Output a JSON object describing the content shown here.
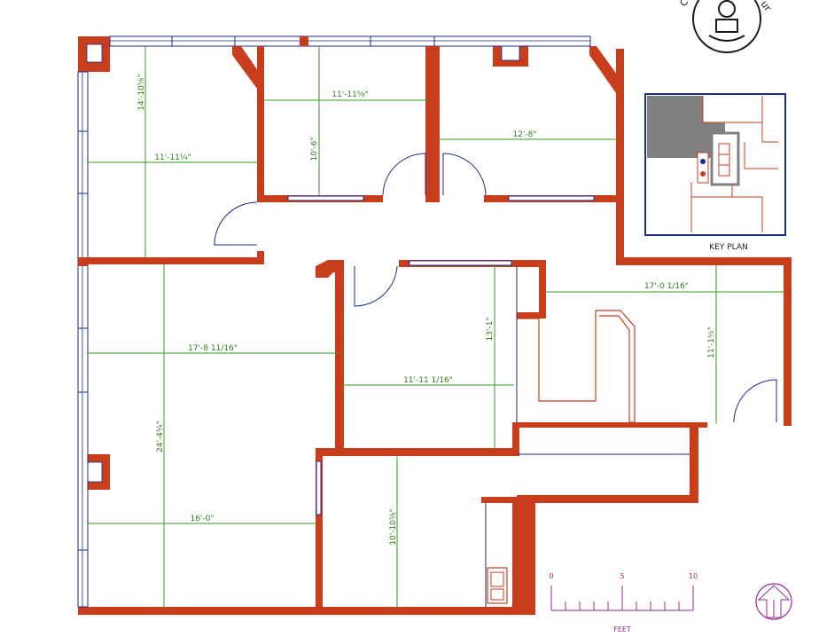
{
  "dimensions": [
    {
      "id": "dim-14-10",
      "text": "14'-10⅝\""
    },
    {
      "id": "dim-11-11a",
      "text": "11'-11¼\""
    },
    {
      "id": "dim-11-11b",
      "text": "11'-11⅝\""
    },
    {
      "id": "dim-10-6",
      "text": "10'-6\""
    },
    {
      "id": "dim-12-8",
      "text": "12'-8\""
    },
    {
      "id": "dim-17-8",
      "text": "17'-8 11/16\""
    },
    {
      "id": "dim-24-4",
      "text": "24'-4¼\""
    },
    {
      "id": "dim-16-0",
      "text": "16'-0\""
    },
    {
      "id": "dim-13-1",
      "text": "13'-1\""
    },
    {
      "id": "dim-11-11c",
      "text": "11'-11 1/16\""
    },
    {
      "id": "dim-10-10",
      "text": "10'-10⅝\""
    },
    {
      "id": "dim-17-0",
      "text": "17'-0 1/16\""
    },
    {
      "id": "dim-11-1",
      "text": "11'-1½\""
    }
  ],
  "key_plan": {
    "label": "KEY PLAN"
  },
  "scale_bar": {
    "ticks": [
      "0",
      "5",
      "10"
    ],
    "unit": "FEET"
  },
  "badge": {
    "left_text": "C",
    "right_text": "ur"
  },
  "colors": {
    "wall": "#c83e1c",
    "window": "#1a2a8e",
    "dimension": "#2e9e1a",
    "keyplan_highlight": "#808080",
    "scale": "#9a2a8e"
  }
}
